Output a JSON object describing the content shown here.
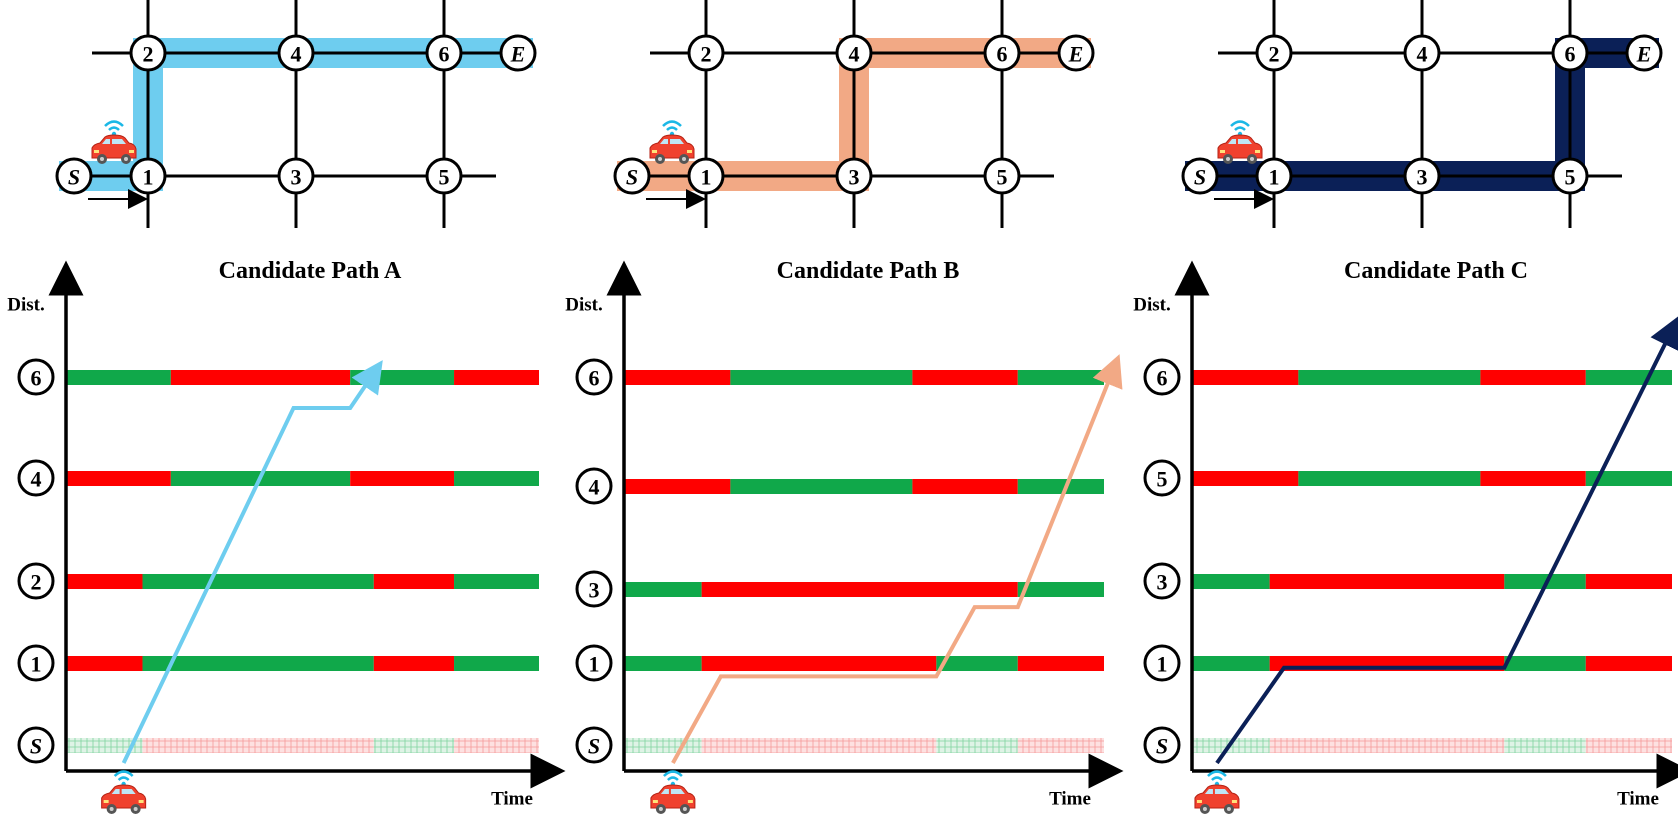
{
  "colors": {
    "path_a": "#6ECDEF",
    "path_b": "#F2A985",
    "path_c": "#0B2057",
    "green": "#10A84A",
    "red": "#FF0000"
  },
  "axes": {
    "y_label": "Dist.",
    "x_label": "Time"
  },
  "grid_nodes": [
    {
      "id": "2",
      "col": 1,
      "row": 0
    },
    {
      "id": "4",
      "col": 2,
      "row": 0
    },
    {
      "id": "6",
      "col": 3,
      "row": 0
    },
    {
      "id": "E",
      "col": 4,
      "row": 0
    },
    {
      "id": "S",
      "col": 0,
      "row": 1
    },
    {
      "id": "1",
      "col": 1,
      "row": 1
    },
    {
      "id": "3",
      "col": 2,
      "row": 1
    },
    {
      "id": "5",
      "col": 3,
      "row": 1
    }
  ],
  "panels": [
    {
      "title": "Candidate Path A",
      "path_color_key": "path_a",
      "route": [
        "S",
        "1",
        "2",
        "4",
        "6",
        "E"
      ],
      "rows": [
        {
          "label": "6",
          "segments": [
            "green",
            "red",
            "green",
            "red"
          ],
          "splits": [
            0.22,
            0.6,
            0.82
          ]
        },
        {
          "label": "4",
          "segments": [
            "red",
            "green",
            "red",
            "green"
          ],
          "splits": [
            0.22,
            0.6,
            0.82
          ]
        },
        {
          "label": "2",
          "segments": [
            "red",
            "green",
            "red",
            "green"
          ],
          "splits": [
            0.16,
            0.65,
            0.82
          ]
        },
        {
          "label": "1",
          "segments": [
            "red",
            "green",
            "red",
            "green"
          ],
          "splits": [
            0.16,
            0.65,
            0.82
          ]
        },
        {
          "label": "S",
          "segments": [
            "green",
            "red",
            "green",
            "red"
          ],
          "splits": [
            0.16,
            0.65,
            0.82
          ],
          "faded": true
        }
      ],
      "trajectory": [
        [
          0.12,
          0.0
        ],
        [
          0.48,
          0.82
        ],
        [
          0.6,
          0.82
        ],
        [
          0.65,
          0.9
        ]
      ]
    },
    {
      "title": "Candidate Path B",
      "path_color_key": "path_b",
      "route": [
        "S",
        "1",
        "3",
        "4",
        "6",
        "E"
      ],
      "rows": [
        {
          "label": "6",
          "segments": [
            "red",
            "green",
            "red",
            "green"
          ],
          "splits": [
            0.22,
            0.6,
            0.82
          ]
        },
        {
          "label": "4",
          "segments": [
            "red",
            "green",
            "red",
            "green"
          ],
          "splits": [
            0.22,
            0.6,
            0.82
          ]
        },
        {
          "label": "3",
          "segments": [
            "green",
            "red",
            "green"
          ],
          "splits": [
            0.16,
            0.82
          ]
        },
        {
          "label": "1",
          "segments": [
            "green",
            "red",
            "green",
            "red"
          ],
          "splits": [
            0.16,
            0.65,
            0.82
          ]
        },
        {
          "label": "S",
          "segments": [
            "green",
            "red",
            "green",
            "red"
          ],
          "splits": [
            0.16,
            0.65,
            0.82
          ],
          "faded": true
        }
      ],
      "trajectory": [
        [
          0.1,
          0.0
        ],
        [
          0.2,
          0.2
        ],
        [
          0.65,
          0.2
        ],
        [
          0.73,
          0.36
        ],
        [
          0.82,
          0.36
        ],
        [
          1.02,
          0.91
        ]
      ]
    },
    {
      "title": "Candidate Path C",
      "path_color_key": "path_c",
      "route": [
        "S",
        "1",
        "3",
        "5",
        "6",
        "E"
      ],
      "rows": [
        {
          "label": "6",
          "segments": [
            "red",
            "green",
            "red",
            "green"
          ],
          "splits": [
            0.22,
            0.6,
            0.82
          ]
        },
        {
          "label": "5",
          "segments": [
            "red",
            "green",
            "red",
            "green"
          ],
          "splits": [
            0.22,
            0.6,
            0.82
          ]
        },
        {
          "label": "3",
          "segments": [
            "green",
            "red",
            "green",
            "red"
          ],
          "splits": [
            0.16,
            0.65,
            0.82
          ]
        },
        {
          "label": "1",
          "segments": [
            "green",
            "red",
            "green",
            "red"
          ],
          "splits": [
            0.16,
            0.65,
            0.82
          ]
        },
        {
          "label": "S",
          "segments": [
            "green",
            "red",
            "green",
            "red"
          ],
          "splits": [
            0.16,
            0.65,
            0.82
          ],
          "faded": true
        }
      ],
      "trajectory": [
        [
          0.05,
          0.0
        ],
        [
          0.19,
          0.22
        ],
        [
          0.65,
          0.22
        ],
        [
          1.0,
          1.0
        ]
      ]
    }
  ]
}
